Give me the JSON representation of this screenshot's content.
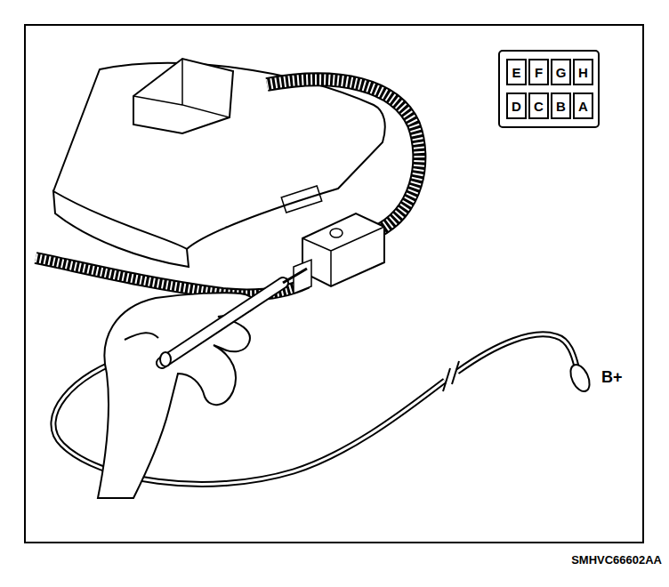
{
  "diagram": {
    "caption": "SMHVC66602AA",
    "nodes": [
      {
        "text": [
          "E"
        ]
      },
      {
        "text": [
          "F"
        ]
      },
      {
        "text": [
          "G"
        ]
      },
      {
        "text": [
          "H"
        ]
      },
      {
        "text": [
          "D"
        ]
      },
      {
        "text": [
          "C"
        ]
      },
      {
        "text": [
          "B"
        ]
      },
      {
        "text": [
          "A"
        ]
      }
    ],
    "labels": [
      "B+"
    ]
  }
}
